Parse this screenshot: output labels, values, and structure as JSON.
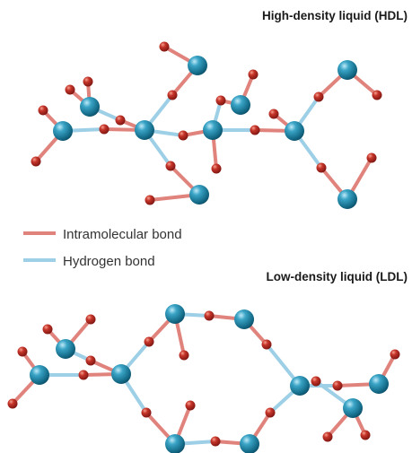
{
  "panels": {
    "hdl_title": "High-density liquid (HDL)",
    "ldl_title": "Low-density liquid (LDL)"
  },
  "legend": {
    "intramolecular_label": "Intramolecular bond",
    "hydrogen_label": "Hydrogen bond"
  },
  "colors": {
    "intramolecular_bond": "#e0837c",
    "hydrogen_bond": "#9dcfe6",
    "oxygen_atom": "#1c7f9f",
    "hydrogen_atom": "#b8241d",
    "text": "#1a1a1a"
  },
  "icons": {
    "oxygen": "blue-sphere",
    "hydrogen": "red-sphere"
  }
}
